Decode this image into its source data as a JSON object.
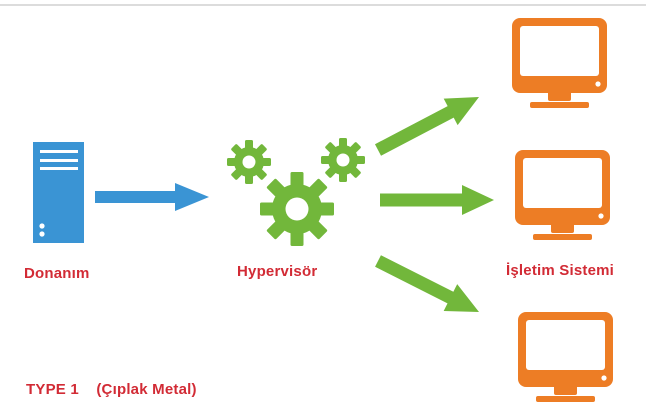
{
  "diagram": {
    "title": "TYPE 1    (Çıplak Metal)",
    "colors": {
      "hardware": "#3a94d4",
      "hypervisor": "#72b73b",
      "os": "#ed7d25",
      "label": "#d22b35",
      "divider": "#dcdcdc"
    },
    "nodes": [
      {
        "id": "hardware",
        "label": "Donanım",
        "icon": "server-icon"
      },
      {
        "id": "hypervisor",
        "label": "Hypervisör",
        "icon": "gears-icon"
      },
      {
        "id": "os",
        "label": "İşletim Sistemi",
        "icon": "monitor-icon",
        "count": 3
      }
    ],
    "edges": [
      {
        "from": "hardware",
        "to": "hypervisor"
      },
      {
        "from": "hypervisor",
        "to": "os-1"
      },
      {
        "from": "hypervisor",
        "to": "os-2"
      },
      {
        "from": "hypervisor",
        "to": "os-3"
      }
    ]
  }
}
